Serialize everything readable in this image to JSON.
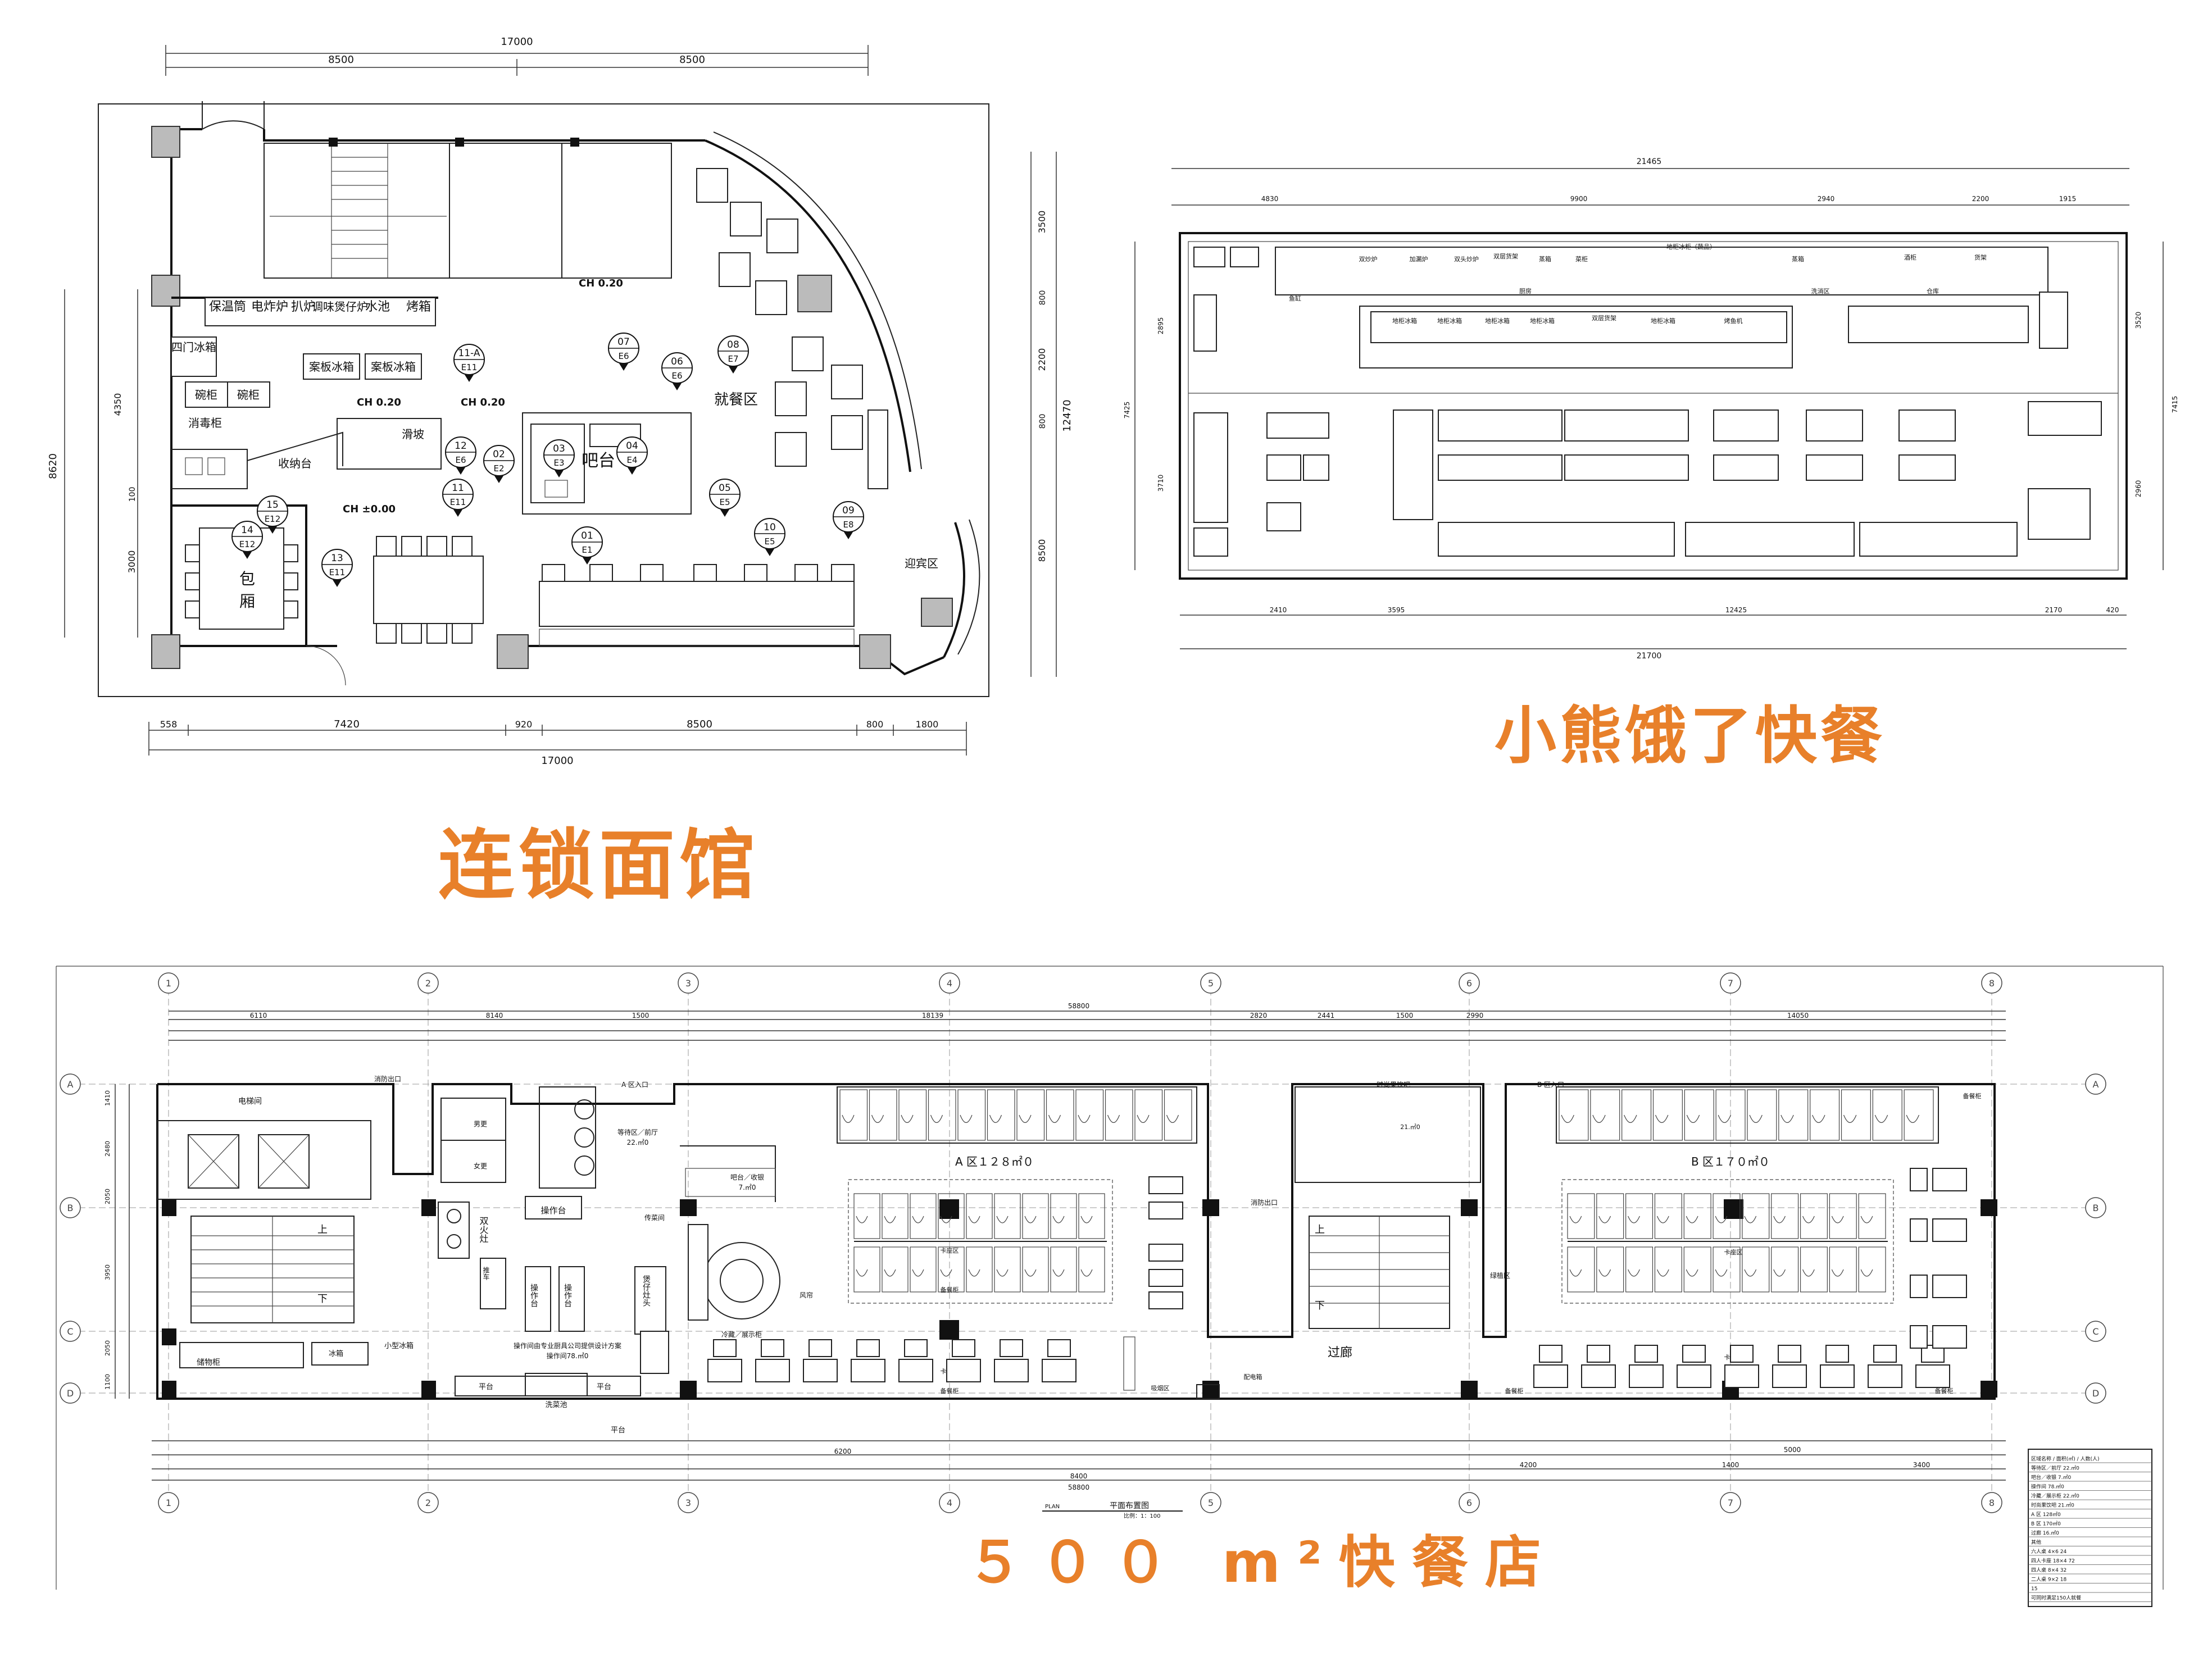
{
  "captions": {
    "noodle": "连锁面馆",
    "bear": "小熊饿了快餐",
    "fastfood": "５００ m²快餐店"
  },
  "plan1": {
    "dims_top": [
      "17000",
      "8500",
      "8500"
    ],
    "dims_bottom": [
      "558",
      "7420",
      "920",
      "8500",
      "800",
      "1800",
      "17000"
    ],
    "dims_left": [
      "4350",
      "8620",
      "3000",
      "100"
    ],
    "dims_right": [
      "3500",
      "800",
      "2200",
      "800",
      "8500",
      "12470"
    ],
    "rooms": {
      "heater": "保温筒",
      "fryer": "电炸炉",
      "grill": "扒炉",
      "seasoning": "调味煲仔炉",
      "sink": "水池",
      "oven": "烤箱",
      "fridge4": "四门冰箱",
      "bowl1": "碗柜",
      "bowl2": "碗柜",
      "steril": "消毒柜",
      "counter1": "案板冰箱",
      "counter2": "案板冰箱",
      "collect": "收纳台",
      "ramp": "滑坡",
      "bar": "吧台",
      "dining": "就餐区",
      "vip1": "包",
      "vip2": "厢",
      "welcome": "迎宾区",
      "ch1": "CH 0.20",
      "ch2": "CH 0.20",
      "ch3": "CH 0.20",
      "ch4": "CH ±0.00"
    },
    "tags": [
      {
        "n": "07",
        "e": "E6"
      },
      {
        "n": "06",
        "e": "E6"
      },
      {
        "n": "08",
        "e": "E7"
      },
      {
        "n": "11-A",
        "e": "E11"
      },
      {
        "n": "12",
        "e": "E6"
      },
      {
        "n": "02",
        "e": "E2"
      },
      {
        "n": "03",
        "e": "E3"
      },
      {
        "n": "04",
        "e": "E4"
      },
      {
        "n": "05",
        "e": "E5"
      },
      {
        "n": "11",
        "e": "E11"
      },
      {
        "n": "15",
        "e": "E12"
      },
      {
        "n": "14",
        "e": "E12"
      },
      {
        "n": "13",
        "e": "E11"
      },
      {
        "n": "01",
        "e": "E1"
      },
      {
        "n": "10",
        "e": "E5"
      },
      {
        "n": "09",
        "e": "E8"
      }
    ]
  },
  "plan2": {
    "dims_top": [
      "21465",
      "4830",
      "9900",
      "2940",
      "2200",
      "1915"
    ],
    "dims_bottom": [
      "2410",
      "3595",
      "12425",
      "2170",
      "420",
      "21700"
    ],
    "dims_right": [
      "3520",
      "7415",
      "2960"
    ],
    "dims_left": [
      "2895",
      "7425",
      "3710"
    ],
    "labels": {
      "l1": "双炒炉",
      "l2": "加漏炉",
      "l3": "双头炒炉",
      "l4": "双层货架",
      "l5": "蒸箱",
      "l6": "菜柜",
      "l7": "地柜冰柜（蔬品）",
      "l8": "蒸箱",
      "l9": "酒柜",
      "l10": "货架",
      "l11": "鱼缸",
      "l12": "厨房",
      "l13": "洗消区",
      "l14": "仓库",
      "l15": "地柜冰箱",
      "l16": "地柜冰箱",
      "l17": "地柜冰箱",
      "l18": "地柜冰箱",
      "l19": "双层货架",
      "l20": "地柜冰箱",
      "l21": "烤鱼机",
      "l22": "货架",
      "l23": "货架"
    }
  },
  "plan3": {
    "axes_top": [
      "1",
      "2",
      "3",
      "4",
      "5",
      "6",
      "7",
      "8"
    ],
    "axes_side": [
      "A",
      "B",
      "C",
      "D"
    ],
    "dims_top_major": [
      "6110",
      "8140",
      "1500",
      "18139",
      "2820",
      "2441",
      "1500",
      "2990",
      "14050",
      "58800"
    ],
    "dims_bottom": [
      "6200",
      "8400",
      "5000",
      "4200",
      "1400",
      "3400",
      "58800"
    ],
    "dims_left": [
      "1410",
      "2480",
      "2050",
      "3950",
      "2050",
      "1100"
    ],
    "labels": {
      "elevator": "电梯间",
      "fire_exit": "消防出口",
      "men": "男更",
      "women": "女更",
      "entry_a": "A 区入口",
      "wait_a": "等待区／前厅",
      "wait_a_area": "22.㎡0",
      "store": "储物柜",
      "op_desk": "操作台",
      "gas2": "双火灶",
      "op1": "操作台",
      "op2": "操作台",
      "trolley": "推车",
      "hot_pot": "煲仔灶头",
      "fridge_s": "冰箱",
      "fridge_small": "小型冰箱",
      "wash": "洗菜池",
      "desk1": "平台",
      "desk2": "平台",
      "desk3": "平台",
      "prep": "传菜间",
      "bar": "吧台／收银",
      "bar_area": "7.㎡0",
      "drink": "冷藏／展示柜",
      "screen": "风帘",
      "kitchen_note": "操作间由专业厨具公司提供设计方案",
      "kitchen_area": "操作间78.㎡0",
      "zone_a": "A 区１２８㎡０",
      "zone_b": "B 区１７０㎡０",
      "booth_a": "卡座区",
      "booth_a2": "卡座区",
      "spare_a": "备餐柜",
      "spare_a2": "备餐柜",
      "spare_b": "备餐柜",
      "spare_b2": "备餐柜",
      "spare_b3": "备餐柜",
      "smoke": "吸烟区",
      "fire2": "消防出口",
      "entry_b": "B 区入口",
      "bar_b": "时尚果饮吧",
      "bar_b_area": "21.㎡0",
      "green": "绿植区",
      "corridor": "过廊",
      "power": "配电箱",
      "booth_b": "卡座区",
      "booth_b2": "卡座区",
      "up1": "上",
      "down1": "下",
      "up2": "上",
      "down2": "下",
      "plan_title": "平面布置图",
      "plan_en": "PLAN",
      "scale": "比例：1：100"
    },
    "table_rows": [
      "区域名称 / 面积(㎡) / 人数(人)",
      "等待区／前厅 22.㎡0",
      "吧台／收银 7.㎡0",
      "操作间 78.㎡0",
      "冷藏／展示柜 22.㎡0",
      "时尚果饮吧 21.㎡0",
      "A 区 128㎡0",
      "B 区 170㎡0",
      "过廊 16.㎡0",
      "其他",
      "六人桌 4×6 24",
      "四人卡座 18×4 72",
      "四人桌 8×4 32",
      "二人桌 9×2 18",
      "15",
      "可同时满足150人就餐"
    ]
  }
}
